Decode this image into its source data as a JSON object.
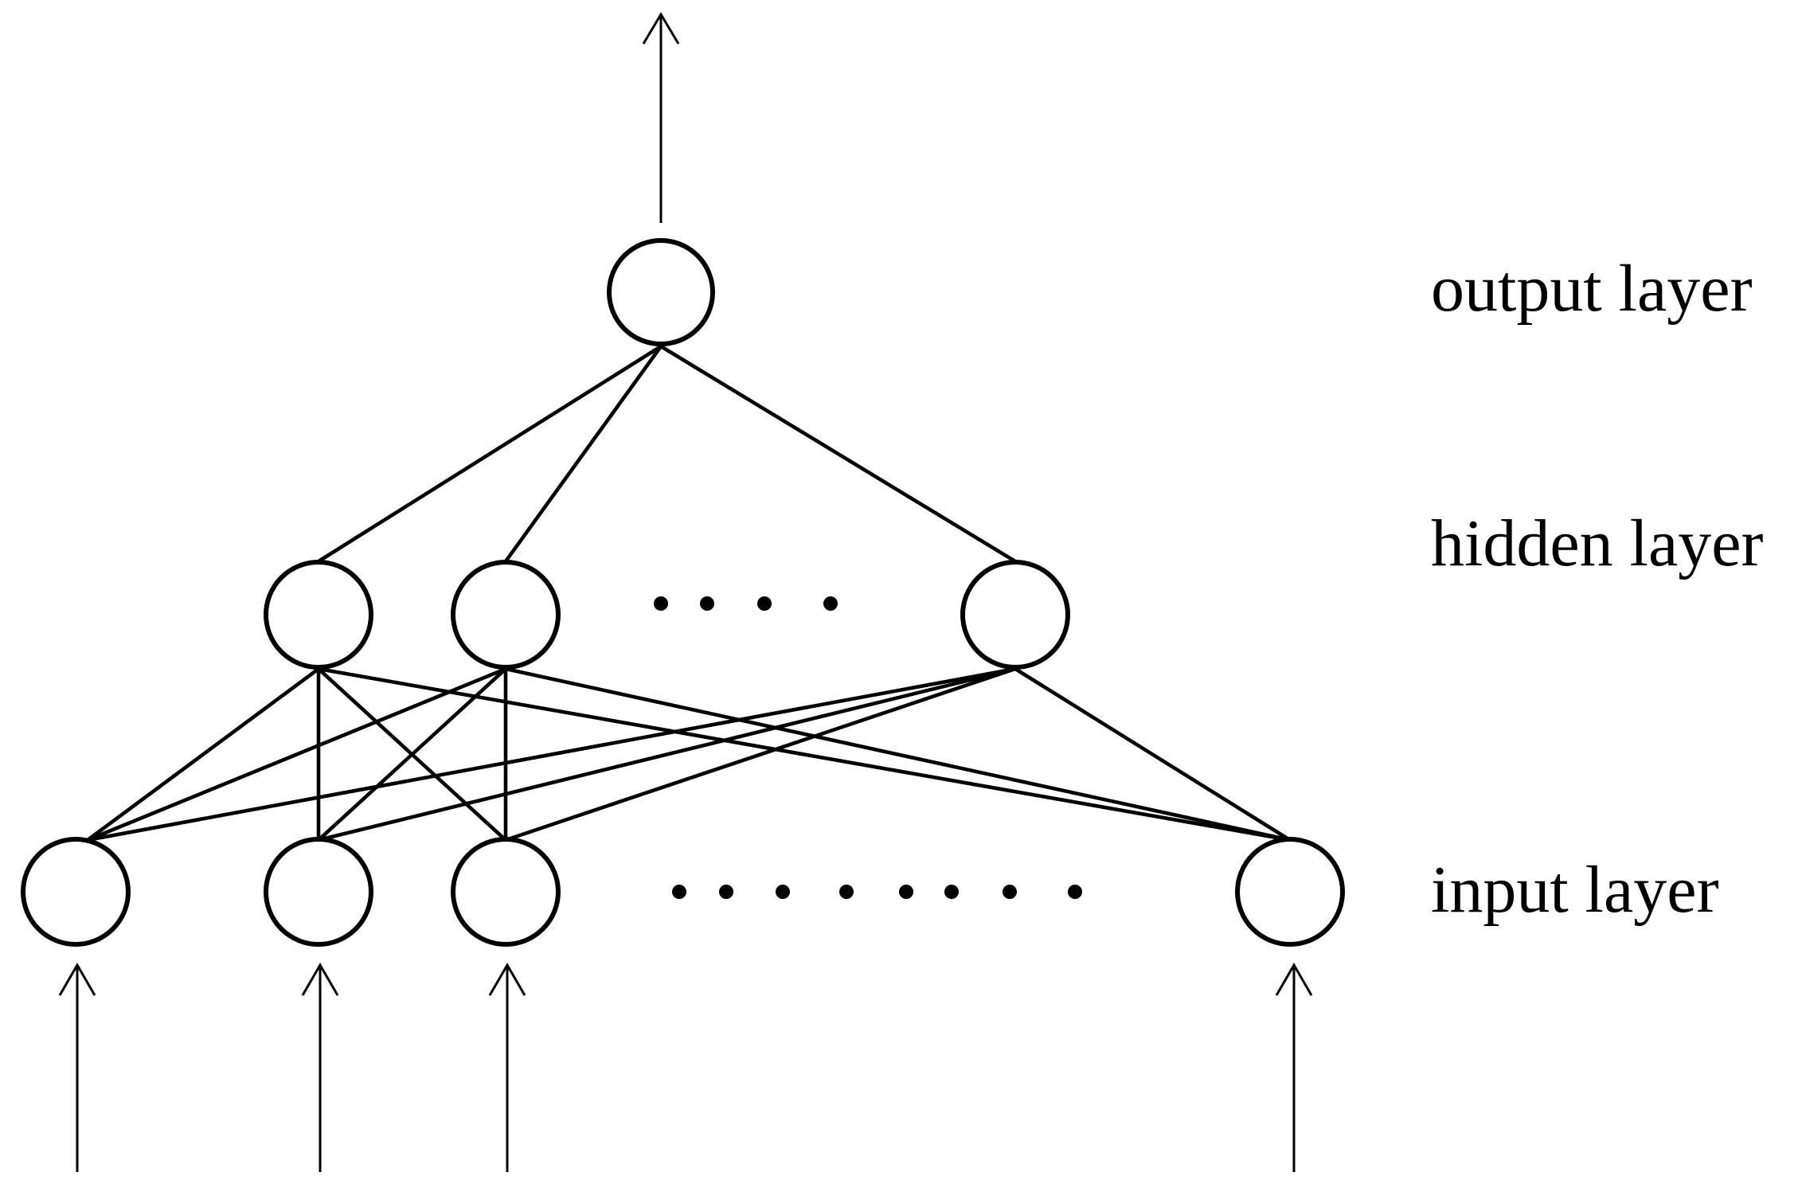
{
  "labels": {
    "output": "output layer",
    "hidden": "hidden layer",
    "input": "input layer"
  },
  "layers": {
    "input_nodes": 4,
    "hidden_nodes": 3,
    "output_nodes": 1
  },
  "colors": {
    "stroke": "#000000",
    "background": "#ffffff"
  }
}
